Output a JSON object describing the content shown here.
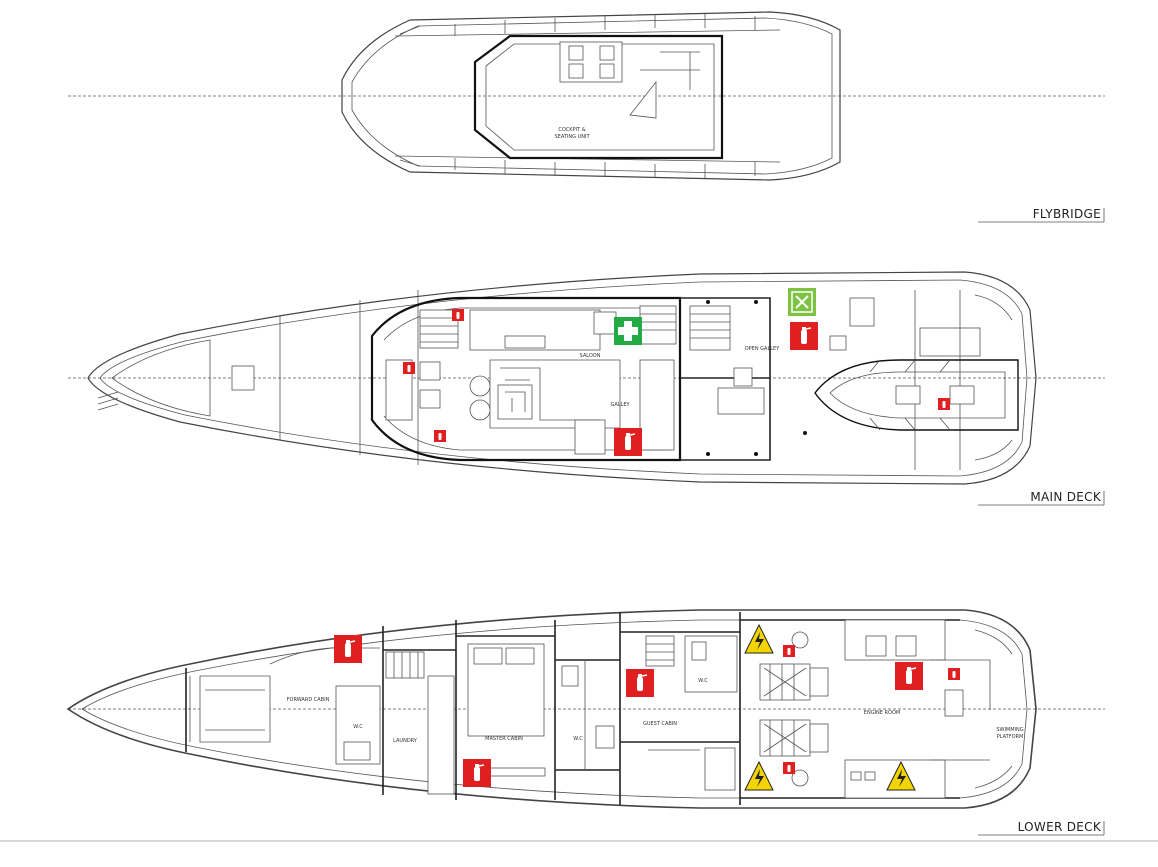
{
  "decks": {
    "flybridge": {
      "title": "FLYBRIDGE",
      "rooms": {
        "cockpit_line1": "COCKPIT &",
        "cockpit_line2": "SEATING UNIT"
      }
    },
    "main": {
      "title": "MAIN DECK",
      "rooms": {
        "saloon": "SALOON",
        "galley": "GALLEY",
        "open_galley": "OPEN GALLEY"
      }
    },
    "lower": {
      "title": "LOWER DECK",
      "rooms": {
        "forward_cabin": "FORWARD CABIN",
        "wc_forward": "W.C",
        "laundry": "LAUNDRY",
        "master_cabin": "MASTER CABIN",
        "wc_master": "W.C",
        "wc_guest": "W.C",
        "guest_cabin": "GUEST CABIN",
        "engine_room": "ENGINE ROOM",
        "swimming_line1": "SWIMMING",
        "swimming_line2": "PLATFORM"
      }
    }
  },
  "symbols": {
    "extinguisher_color": "#e02020",
    "first_aid_color": "#22aa44",
    "exit_color": "#7dc242",
    "warning_color": "#f2d500",
    "extinguisher_icon": "fire-extinguisher-icon",
    "first_aid_icon": "first-aid-icon",
    "exit_icon": "emergency-exit-icon",
    "warning_icon": "high-voltage-warning-icon"
  }
}
